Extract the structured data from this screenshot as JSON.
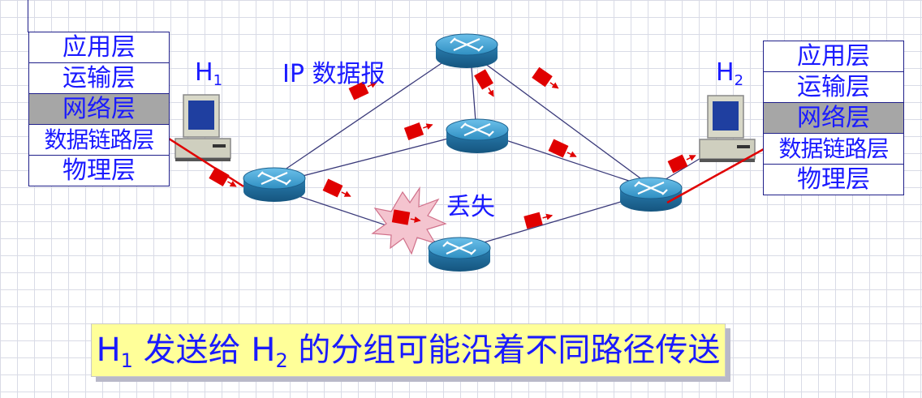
{
  "left_stack": [
    "应用层",
    "运输层",
    "网络层",
    "数据链路层",
    "物理层"
  ],
  "right_stack": [
    "应用层",
    "运输层",
    "网络层",
    "数据链路层",
    "物理层"
  ],
  "highlight_layer_index": 2,
  "host1": {
    "name": "H",
    "sub": "1"
  },
  "host2": {
    "name": "H",
    "sub": "2"
  },
  "datagram_label": "IP 数据报",
  "lost_label": "丢失",
  "caption": {
    "h1": "H",
    "h1_sub": "1",
    "mid": " 发送给 ",
    "h2": "H",
    "h2_sub": "2",
    "rest": " 的分组可能沿着不同路径传送"
  },
  "colors": {
    "text": "#1a1aff",
    "router": "#2e8ec0",
    "packet": "#e00000",
    "highlight": "#a6a6a6",
    "caption_bg": "#ffff99"
  }
}
